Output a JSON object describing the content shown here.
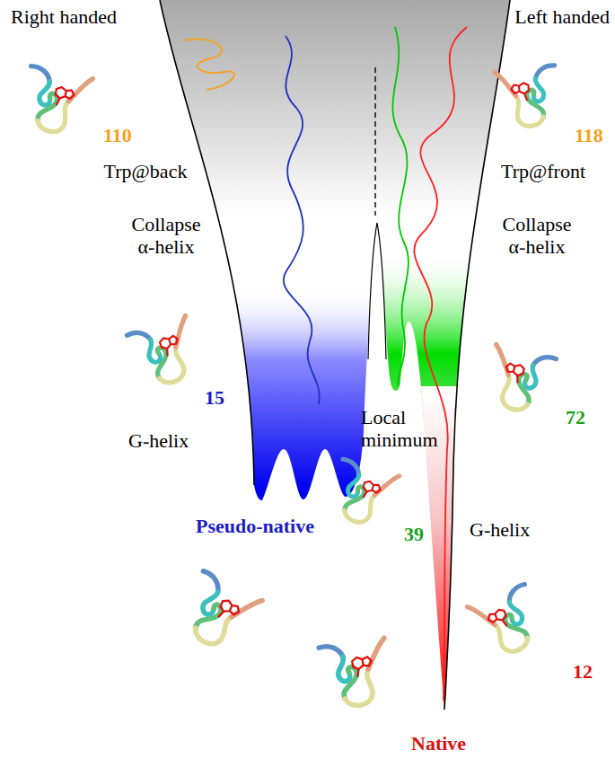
{
  "diagram": {
    "labels": [
      "Right handed",
      "Left handed",
      "110",
      "Trp@back",
      "118",
      "Trp@front",
      "Collapse α-helix",
      "Collapse α-helix",
      "15",
      "G-helix",
      "72",
      "Local minimum",
      "Pseudo-native",
      "39",
      "G-helix",
      "12",
      "Native"
    ]
  }
}
